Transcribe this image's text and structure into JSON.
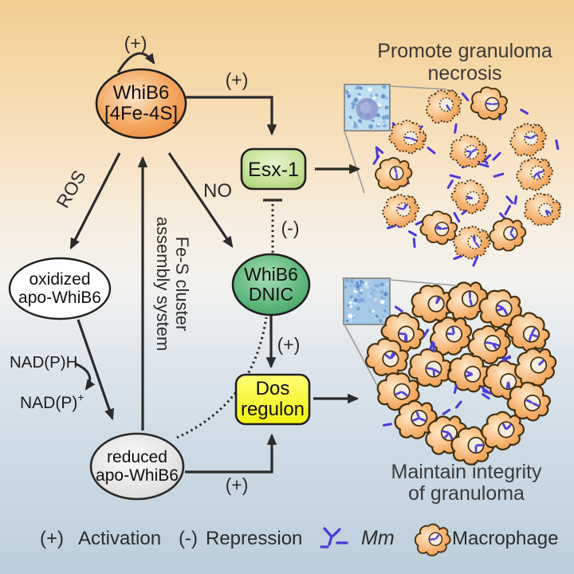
{
  "nodes": {
    "whib6_holo": {
      "line1": "WhiB6",
      "line2": "[4Fe-4S]"
    },
    "esx1": {
      "label": "Esx-1"
    },
    "whib6_dnic": {
      "line1": "WhiB6",
      "line2": "DNIC"
    },
    "dos_regulon": {
      "line1": "Dos",
      "line2": "regulon"
    },
    "oxidized_apo": {
      "line1": "oxidized",
      "line2": "apo-WhiB6"
    },
    "reduced_apo": {
      "line1": "reduced",
      "line2": "apo-WhiB6"
    }
  },
  "labels": {
    "self_activation": "(+)",
    "whib6_to_esx1_activation": "(+)",
    "esx1_repression": "(-)",
    "dnic_to_dos_activation": "(+)",
    "reduced_to_dos_activation": "(+)",
    "ros": "ROS",
    "no": "NO",
    "fes_cluster_line1": "Fe-S cluster",
    "fes_cluster_line2": "assembly system",
    "nadph": "NAD(P)H",
    "nadp_base": "NAD(P)",
    "nadp_sup": "+"
  },
  "captions": {
    "necrosis_line1": "Promote granuloma",
    "necrosis_line2": "necrosis",
    "integrity_line1": "Maintain integrity",
    "integrity_line2": "of granuloma"
  },
  "legend": {
    "activation_symbol": "(+)",
    "activation_label": "Activation",
    "repression_symbol": "(-)",
    "repression_label": "Repression",
    "mm_label": "Mm",
    "macrophage_label": "Macrophage"
  },
  "colors": {
    "background_top": "#F2CD92",
    "background_bottom": "#BDCFDC",
    "whib6_holo_fill": "#F08A3C",
    "esx1_fill": "#ABD06F",
    "whib6_dnic_fill": "#41A863",
    "dos_regulon_fill": "#F5F51A",
    "macrophage_orange": "#F2A259",
    "mm_blue": "#4A3AD6",
    "arrow": "#2B2B2B"
  }
}
